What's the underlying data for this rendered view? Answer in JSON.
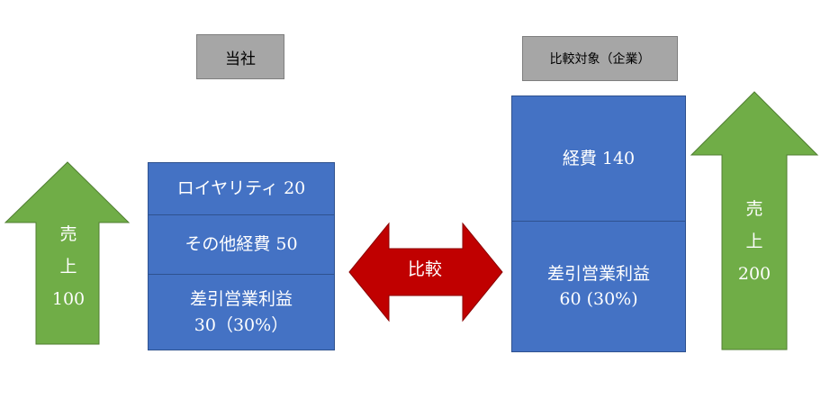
{
  "own": {
    "title": "当社",
    "royalty": "ロイヤリティ 20",
    "other_expenses": "その他経費 50",
    "profit_line1": "差引営業利益",
    "profit_line2": "30（30%）",
    "sales_line1": "売",
    "sales_line2": "上",
    "sales_line3": "100"
  },
  "comparison": {
    "title": "比較対象（企業）",
    "expenses": "経費 140",
    "profit_line1": "差引営業利益",
    "profit_line2": "60 (30%)",
    "sales_line1": "売",
    "sales_line2": "上",
    "sales_line3": "200"
  },
  "compare_label": "比較",
  "colors": {
    "box_fill": "#4472c4",
    "box_border": "#2f528f",
    "arrow_green": "#70ad47",
    "arrow_green_border": "#507e32",
    "double_arrow_red": "#c00000",
    "label_gray": "#a6a6a6"
  }
}
